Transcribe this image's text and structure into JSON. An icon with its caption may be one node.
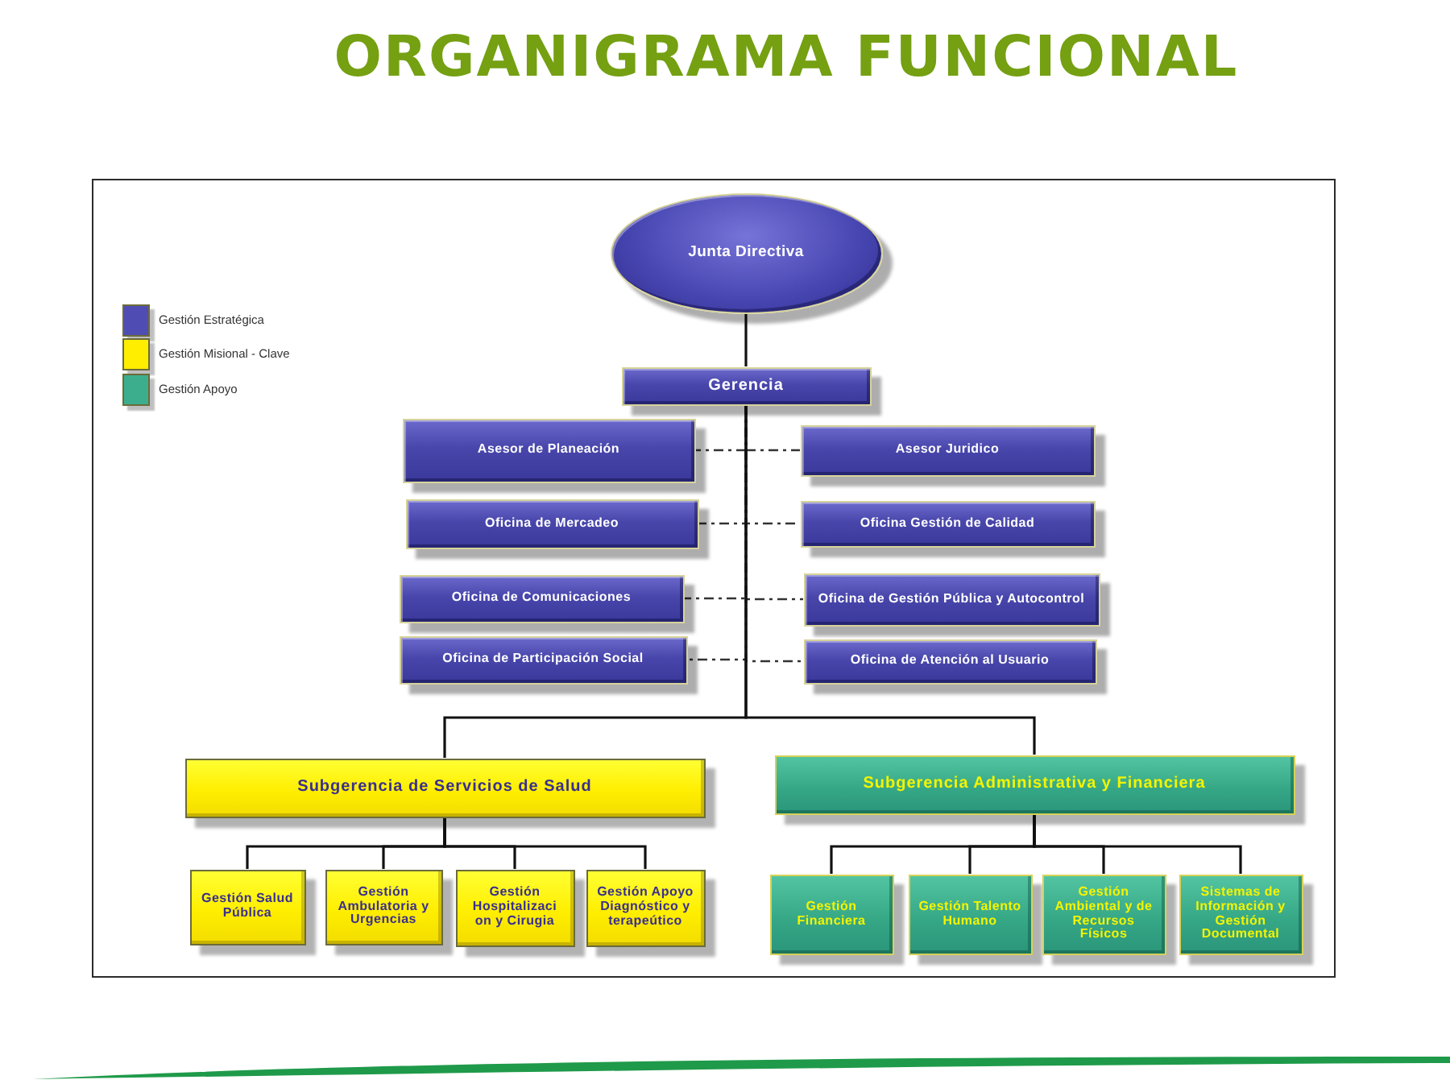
{
  "diagram": {
    "title": "ORGANIGRAMA FUNCIONAL",
    "nodes": [
      {
        "text": [
          "Junta Directiva"
        ]
      },
      {
        "text": [
          "Gerencia"
        ]
      },
      {
        "text": [
          "Asesor de Planeación"
        ]
      },
      {
        "text": [
          "Asesor Juridico"
        ]
      },
      {
        "text": [
          "Oficina de Mercadeo"
        ]
      },
      {
        "text": [
          "Oficina Gestión de Calidad"
        ]
      },
      {
        "text": [
          "Oficina de Comunicaciones"
        ]
      },
      {
        "text": [
          "Oficina de Gestión Pública y Autocontrol"
        ]
      },
      {
        "text": [
          "Oficina de Participación Social"
        ]
      },
      {
        "text": [
          "Oficina de Atención al Usuario"
        ]
      },
      {
        "text": [
          "Subgerencia de Servicios de Salud"
        ]
      },
      {
        "text": [
          "Subgerencia Administrativa y Financiera"
        ]
      },
      {
        "text": [
          "Gestión Salud Pública"
        ]
      },
      {
        "text": [
          "Gestión Ambulatoria y Urgencias"
        ]
      },
      {
        "text": [
          "Gestión Hospitalizaci on y Cirugia"
        ]
      },
      {
        "text": [
          "Gestión Apoyo Diagnóstico y terapeútico"
        ]
      },
      {
        "text": [
          "Gestión Financiera"
        ]
      },
      {
        "text": [
          "Gestión Talento Humano"
        ]
      },
      {
        "text": [
          "Gestión Ambiental y de Recursos Físicos"
        ]
      },
      {
        "text": [
          "Sistemas de Información y Gestión Documental"
        ]
      }
    ],
    "edges": [
      {
        "from": 0,
        "to": 1,
        "arrow": "none"
      },
      {
        "from": 1,
        "to": 2,
        "arrow": "none",
        "style": "dashed"
      },
      {
        "from": 1,
        "to": 3,
        "arrow": "none",
        "style": "dashed"
      },
      {
        "from": 1,
        "to": 4,
        "arrow": "none",
        "style": "dashed"
      },
      {
        "from": 1,
        "to": 5,
        "arrow": "none",
        "style": "dashed"
      },
      {
        "from": 1,
        "to": 6,
        "arrow": "none",
        "style": "dashed"
      },
      {
        "from": 1,
        "to": 7,
        "arrow": "none",
        "style": "dashed"
      },
      {
        "from": 1,
        "to": 8,
        "arrow": "none",
        "style": "dashed"
      },
      {
        "from": 1,
        "to": 9,
        "arrow": "none",
        "style": "dashed"
      },
      {
        "from": 1,
        "to": 10,
        "arrow": "none"
      },
      {
        "from": 1,
        "to": 11,
        "arrow": "none"
      },
      {
        "from": 10,
        "to": 12,
        "arrow": "none"
      },
      {
        "from": 10,
        "to": 13,
        "arrow": "none"
      },
      {
        "from": 10,
        "to": 14,
        "arrow": "none"
      },
      {
        "from": 10,
        "to": 15,
        "arrow": "none"
      },
      {
        "from": 11,
        "to": 16,
        "arrow": "none"
      },
      {
        "from": 11,
        "to": 17,
        "arrow": "none"
      },
      {
        "from": 11,
        "to": 18,
        "arrow": "none"
      },
      {
        "from": 11,
        "to": 19,
        "arrow": "none"
      }
    ],
    "legend": [
      {
        "text": "Gestión Estratégica",
        "color": "#4f4db4"
      },
      {
        "text": "Gestión Misional - Clave",
        "color": "#ffee00"
      },
      {
        "text": "Gestión Apoyo",
        "color": "#3cae8e"
      }
    ]
  }
}
